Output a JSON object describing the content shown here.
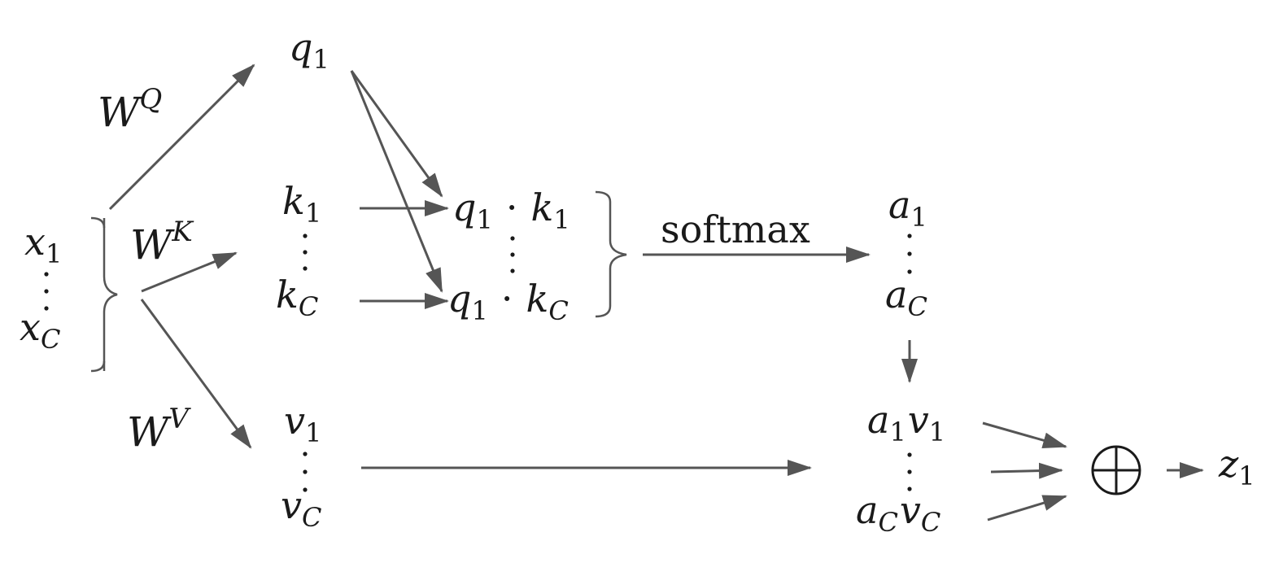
{
  "inputs": {
    "first": "x",
    "first_sub": "1",
    "last": "x",
    "last_sub": "C"
  },
  "weights": {
    "q": {
      "base": "W",
      "sup": "Q"
    },
    "k": {
      "base": "W",
      "sup": "K"
    },
    "v": {
      "base": "W",
      "sup": "V"
    }
  },
  "query": {
    "base": "q",
    "sub": "1"
  },
  "keys": {
    "first": "k",
    "first_sub": "1",
    "last": "k",
    "last_sub": "C"
  },
  "values": {
    "first": "v",
    "first_sub": "1",
    "last": "v",
    "last_sub": "C"
  },
  "dot_products": {
    "first": {
      "q": "q",
      "q_sub": "1",
      "op": "·",
      "k": "k",
      "k_sub": "1"
    },
    "last": {
      "q": "q",
      "q_sub": "1",
      "op": "·",
      "k": "k",
      "k_sub": "C"
    }
  },
  "softmax_label": "softmax",
  "attention": {
    "first": "a",
    "first_sub": "1",
    "last": "a",
    "last_sub": "C"
  },
  "weighted": {
    "first": {
      "a": "a",
      "a_sub": "1",
      "v": "v",
      "v_sub": "1"
    },
    "last": {
      "a": "a",
      "a_sub": "C",
      "v": "v",
      "v_sub": "C"
    }
  },
  "sum_symbol": "⊕",
  "output": {
    "base": "z",
    "sub": "1"
  },
  "colors": {
    "arrow": "#555555",
    "text": "#1a1a1a",
    "background": "#ffffff"
  }
}
